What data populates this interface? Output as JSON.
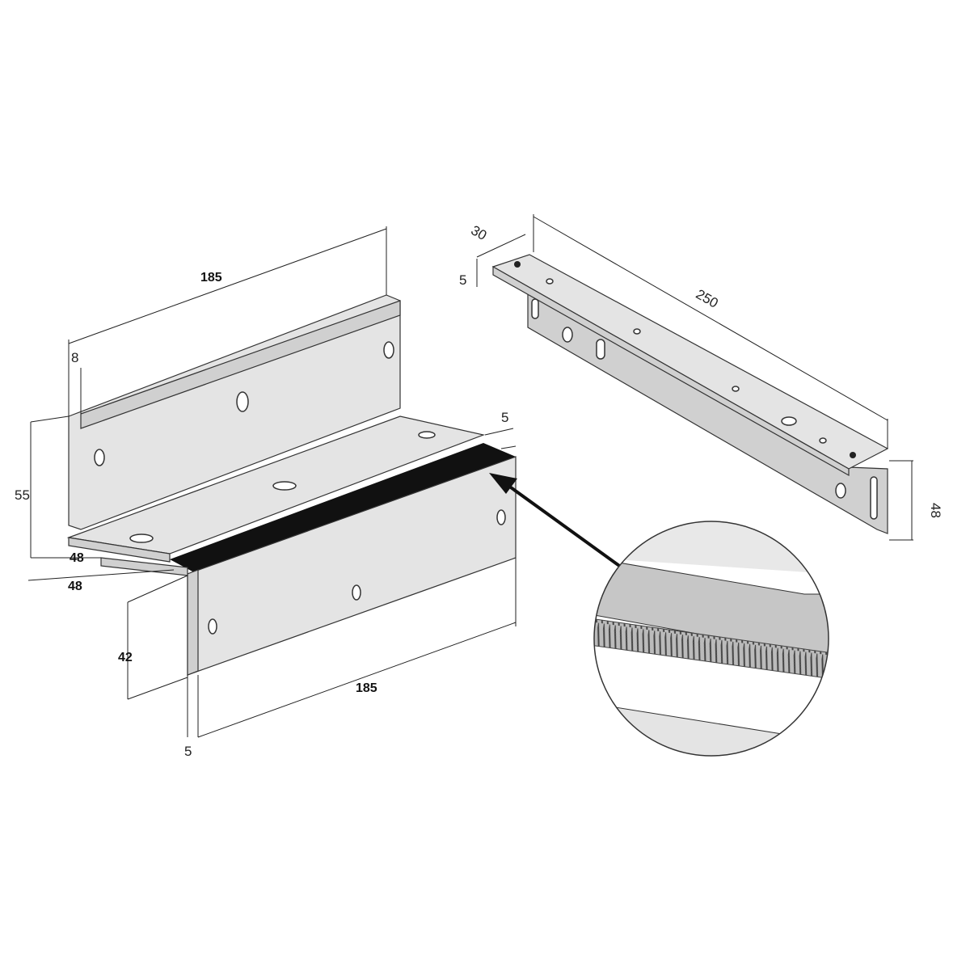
{
  "drawing": {
    "z_bracket": {
      "top_length": "185",
      "lip_height": "8",
      "height_upper": "55",
      "depth_upper": "48",
      "depth_lower": "48",
      "height_lower": "42",
      "bottom_length": "185",
      "thickness_bottom": "5",
      "thickness_right": "5"
    },
    "l_bracket": {
      "width": "30",
      "thickness": "5",
      "length": "250",
      "height": "48"
    }
  },
  "colors": {
    "metal": "#e4e4e4",
    "rubber_strip": "#111111",
    "outline": "#333333"
  }
}
